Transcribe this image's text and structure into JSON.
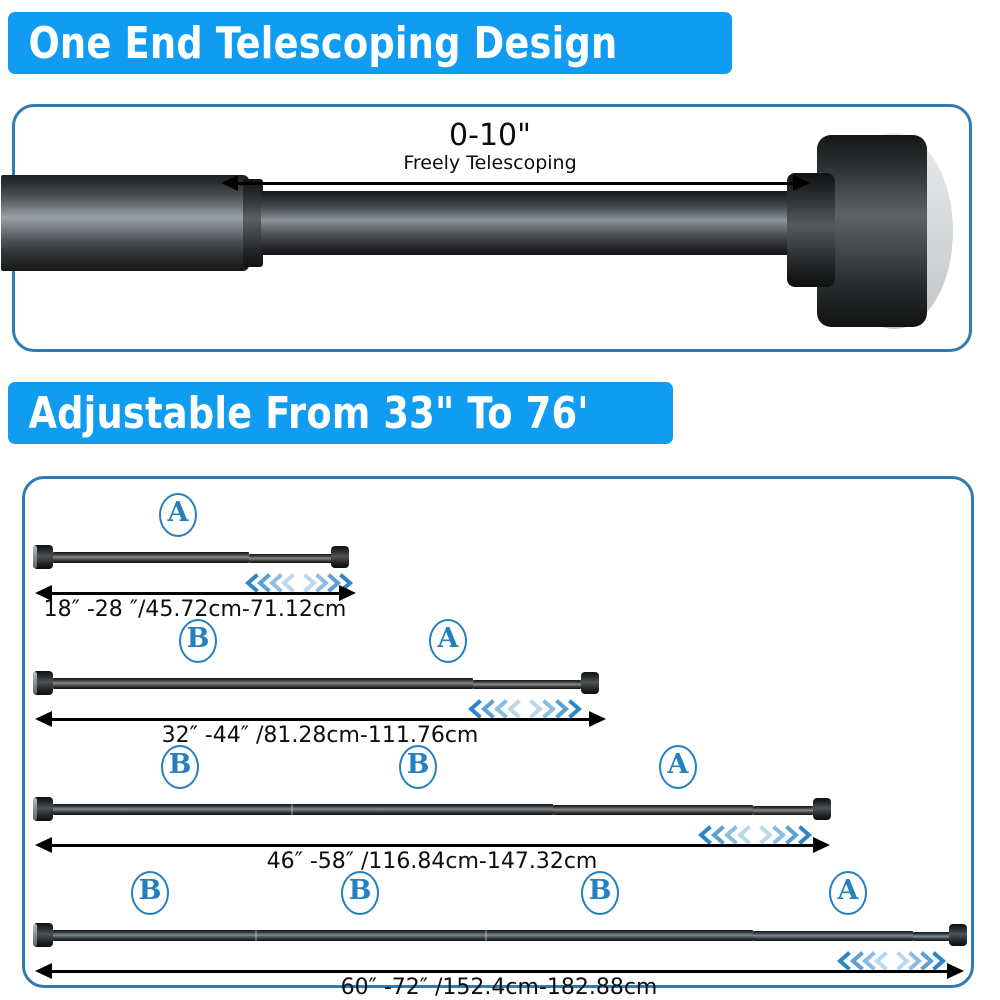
{
  "banners": [
    {
      "id": "one-end-telescoping",
      "text": "One End Telescoping Design"
    },
    {
      "id": "adjustable-range",
      "text": "Adjustable From 33\" To 76'"
    }
  ],
  "top_panel": {
    "dimension_label": "0-10\"",
    "dimension_sublabel": "Freely Telescoping",
    "product_icon": "telescoping-rod-closeup"
  },
  "colors": {
    "banner_blue": "#109cf0",
    "panel_border_blue": "#2e7cb3",
    "marker_blue": "#2580bf",
    "chevron_blue": "#2f86c6",
    "rod_dark": "#2a2e31",
    "text_black": "#0d0d0d"
  },
  "rows": [
    {
      "id": "row-18-28",
      "segments": [
        "A"
      ],
      "dimension": "18″  -28  ″/45.72cm-71.12cm",
      "chevron_icon": "double-chevron-expand"
    },
    {
      "id": "row-32-44",
      "segments": [
        "B",
        "A"
      ],
      "dimension": "32″  -44″  /81.28cm-111.76cm",
      "chevron_icon": "double-chevron-expand"
    },
    {
      "id": "row-46-58",
      "segments": [
        "B",
        "B",
        "A"
      ],
      "dimension": "46″  -58″  /116.84cm-147.32cm",
      "chevron_icon": "double-chevron-expand"
    },
    {
      "id": "row-60-72",
      "segments": [
        "B",
        "B",
        "B",
        "A"
      ],
      "dimension": "60″  -72″  /152.4cm-182.88cm",
      "chevron_icon": "double-chevron-expand"
    }
  ]
}
